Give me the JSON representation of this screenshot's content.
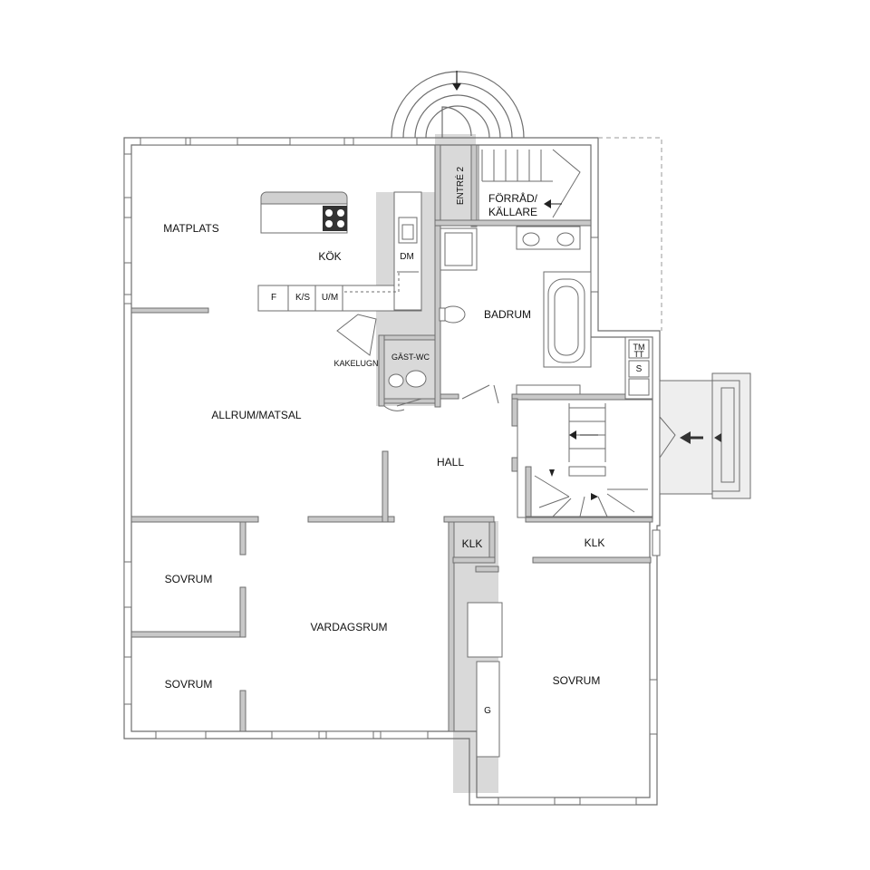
{
  "rooms": {
    "matplats": "MATPLATS",
    "kok": "KÖK",
    "entre2": "ENTRÉ 2",
    "forrad_line1": "FÖRRÅD/",
    "forrad_line2": "KÄLLARE",
    "badrum": "BADRUM",
    "gastwc": "GÄST-WC",
    "kakelugn": "KAKELUGN",
    "allrum": "ALLRUM/MATSAL",
    "hall": "HALL",
    "klk_left": "KLK",
    "klk_right": "KLK",
    "sovrum_top": "SOVRUM",
    "sovrum_bottom": "SOVRUM",
    "vardagsrum": "VARDAGSRUM",
    "sovrum_right": "SOVRUM"
  },
  "fixtures": {
    "dm": "DM",
    "f": "F",
    "ks": "K/S",
    "um": "U/M",
    "tm": "TM",
    "tt": "TT",
    "s": "S",
    "g": "G"
  },
  "colors": {
    "wall": "#c8c8c8",
    "wall_stroke": "#6e6e6e",
    "fill_gray": "#d9d9d9",
    "line": "#444444"
  }
}
